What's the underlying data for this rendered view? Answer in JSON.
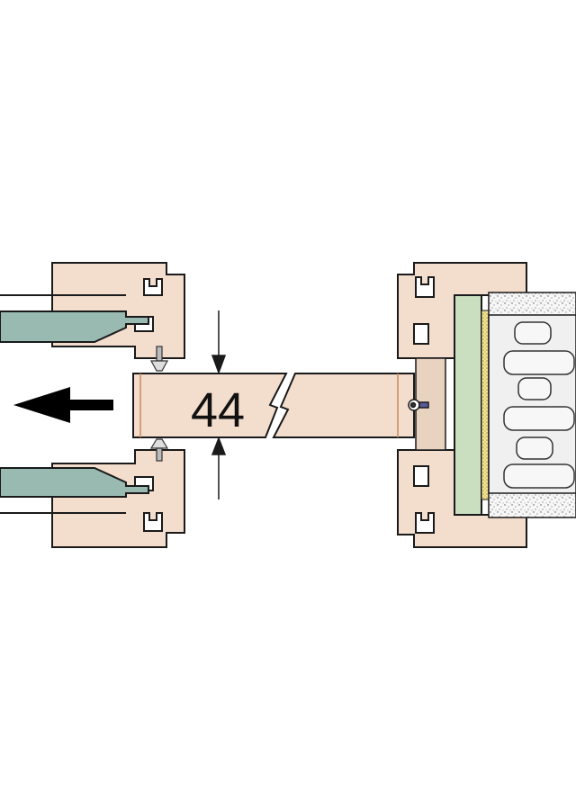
{
  "drawing": {
    "dimension_value": "44",
    "components": {
      "casement_frame": "casement-frame",
      "glazing_panel": "glazing-panel",
      "door_leaf_section": "door-leaf-section",
      "fixed_frame": "fixed-frame",
      "insulation_wall": "insulation-wall",
      "opening_arrow": "opening-direction-arrow"
    },
    "colors": {
      "wood": "#f3ddcd",
      "glass": "#99bab0",
      "seal_panel": "#c9dfc0",
      "insulation_dots": "#c8a93a",
      "masonry_fill": "#f0f0f0",
      "stroke": "#1a1a1a",
      "background": "#ffffff"
    }
  }
}
